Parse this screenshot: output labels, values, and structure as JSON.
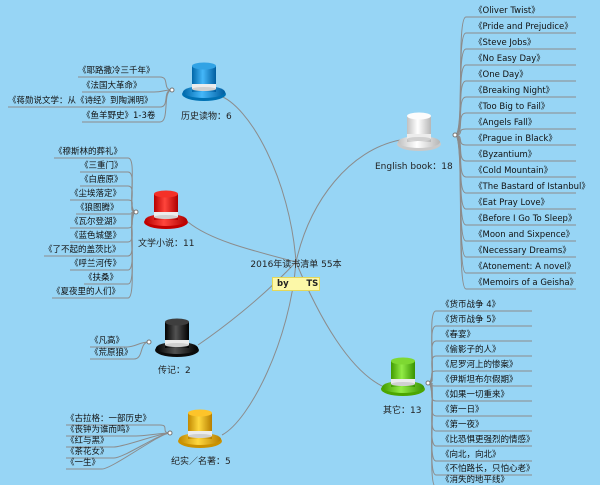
{
  "central": {
    "title": "2016年读书清单 55本",
    "subtitle": "by      TS"
  },
  "colors": {
    "background": "#97d5f5",
    "line": "#8c8c8c",
    "hat_blue": "#1d8fd1",
    "hat_white": "#e8e8e8",
    "hat_red": "#e01d14",
    "hat_black": "#2a2a2a",
    "hat_green": "#6ac41e",
    "hat_gold": "#e9b016"
  },
  "branches": [
    {
      "id": "history",
      "label": "历史读物：6",
      "icon": "blue-hat-icon",
      "items": [
        "《耶路撒冷三千年》",
        "《法国大革命》",
        "《蒋勋说文学：从《诗经》到陶渊明》",
        "《鱼羊野史》1-3卷"
      ]
    },
    {
      "id": "literature",
      "label": "文学小说：11",
      "icon": "red-hat-icon",
      "items": [
        "《穆斯林的葬礼》",
        "《三重门》",
        "《白鹿原》",
        "《尘埃落定》",
        "《狼图腾》",
        "《瓦尔登湖》",
        "《蓝色城堡》",
        "《了不起的盖茨比》",
        "《呼兰河传》",
        "《扶桑》",
        "《夏夜里的人们》"
      ]
    },
    {
      "id": "biography",
      "label": "传记：2",
      "icon": "black-hat-icon",
      "items": [
        "《凡高》",
        "《荒原狼》"
      ]
    },
    {
      "id": "classics",
      "label": "纪实／名著：5",
      "icon": "gold-hat-icon",
      "items": [
        "《古拉格：一部历史》",
        "《丧钟为谁而鸣》",
        "《红与黑》",
        "《茶花女》",
        "《一生》"
      ]
    },
    {
      "id": "english",
      "label": "English book：18",
      "icon": "white-hat-icon",
      "items": [
        "《Oliver Twist》",
        "《Pride and Prejudice》",
        "《Steve Jobs》",
        "《No Easy Day》",
        "《One Day》",
        "《Breaking Night》",
        "《Too Big to Fail》",
        "《Angels Fall》",
        "《Prague in Black》",
        "《Byzantium》",
        "《Cold Mountain》",
        "《The Bastard of Istanbul》",
        "《Eat Pray Love》",
        "《Before I Go To Sleep》",
        "《Moon and Sixpence》",
        "《Necessary Dreams》",
        "《Atonement: A novel》",
        "《Memoirs of a Geisha》"
      ]
    },
    {
      "id": "other",
      "label": "其它：13",
      "icon": "green-hat-icon",
      "items": [
        "《货币战争 4》",
        "《货币战争 5》",
        "《春宴》",
        "《偷影子的人》",
        "《尼罗河上的惨案》",
        "《伊斯坦布尔假期》",
        "《如果一切重来》",
        "《第一日》",
        "《第一夜》",
        "《比恐惧更强烈的情感》",
        "《向北，向北》",
        "《不怕路长，只怕心老》",
        "《消失的地平线》"
      ]
    }
  ]
}
